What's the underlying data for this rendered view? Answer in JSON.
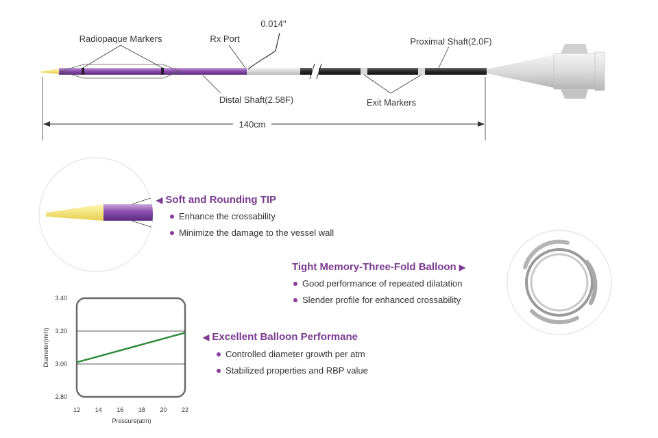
{
  "catheter": {
    "labels": {
      "radiopaque_markers": "Radiopaque Markers",
      "rx_port": "Rx Port",
      "guidewire": "0.014\"",
      "proximal_shaft": "Proximal Shaft(2.0F)",
      "distal_shaft": "Distal Shaft(2.58F)",
      "exit_markers": "Exit Markers",
      "length": "140cm"
    }
  },
  "features": [
    {
      "title": "Soft and Rounding TIP",
      "arrow": "◀",
      "bullets": [
        "Enhance the crossability",
        "Minimize the damage to the vessel wall"
      ]
    },
    {
      "title": "Tight Memory-Three-Fold Balloon",
      "arrow": "▶",
      "bullets": [
        "Good performance of repeated dilatation",
        "Slender profile for enhanced crossability"
      ]
    },
    {
      "title": "Excellent Balloon Performane",
      "arrow": "◀",
      "bullets": [
        "Controlled diameter growth per atm",
        "Stabilized properties and RBP value"
      ]
    }
  ],
  "chart_data": {
    "type": "line",
    "xlabel": "Pressure(atm)",
    "ylabel": "Diameter(mm)",
    "xlim": [
      12,
      22
    ],
    "ylim": [
      2.8,
      3.4
    ],
    "xticks": [
      "12",
      "14",
      "16",
      "18",
      "20",
      "22"
    ],
    "yticks": [
      "2.80",
      "3.00",
      "3.20",
      "3.40"
    ],
    "gridlines_y": [
      3.0,
      3.2
    ],
    "series": [
      {
        "x": [
          12,
          22
        ],
        "y": [
          3.01,
          3.19
        ],
        "color": "#2e8b3a"
      }
    ]
  }
}
